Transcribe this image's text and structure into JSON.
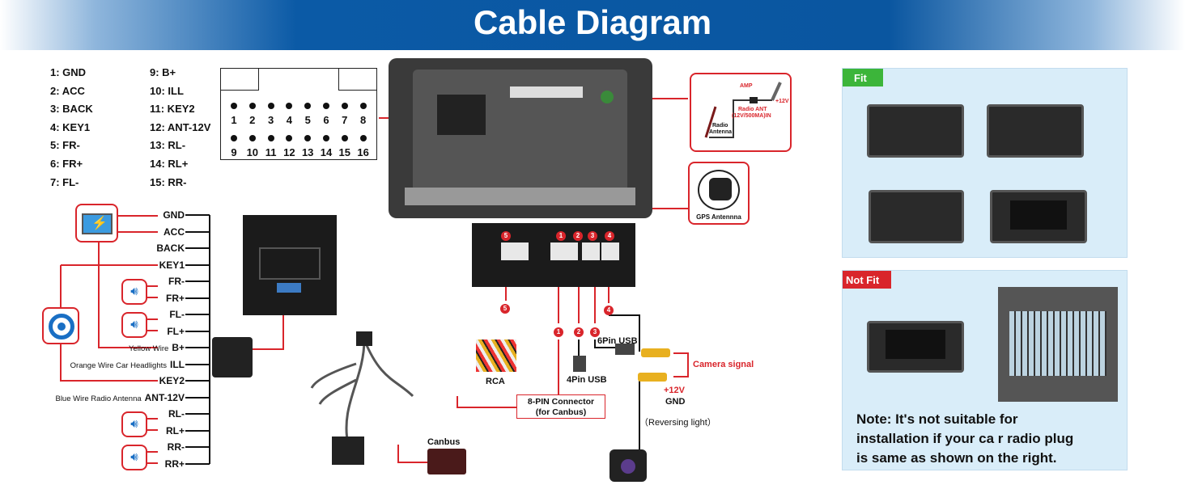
{
  "title": "Cable Diagram",
  "pins": [
    "1:  GND",
    "2:  ACC",
    "3:  BACK",
    "4:  KEY1",
    "5:  FR-",
    "6:  FR+",
    "7:  FL-",
    "9:   B+",
    "10:  ILL",
    "11:  KEY2",
    "12:  ANT-12V",
    "13:  RL-",
    "14:  RL+",
    "15:  RR-"
  ],
  "connector_top": [
    "1",
    "2",
    "3",
    "4",
    "5",
    "6",
    "7",
    "8"
  ],
  "connector_bottom": [
    "9",
    "10",
    "11",
    "12",
    "13",
    "14",
    "15",
    "16"
  ],
  "wires": [
    {
      "label": "GND"
    },
    {
      "label": "ACC"
    },
    {
      "label": "BACK"
    },
    {
      "label": "KEY1"
    },
    {
      "label": "FR-"
    },
    {
      "label": "FR+"
    },
    {
      "label": "FL-"
    },
    {
      "label": "FL+"
    },
    {
      "label": "B+",
      "note": "Yellow Wire"
    },
    {
      "label": "ILL",
      "note": "Orange Wire Car Headlights"
    },
    {
      "label": "KEY2"
    },
    {
      "label": "ANT-12V",
      "note": "Blue Wire Radio Antenna"
    },
    {
      "label": "RL-"
    },
    {
      "label": "RL+"
    },
    {
      "label": "RR-"
    },
    {
      "label": "RR+"
    }
  ],
  "antenna": {
    "amp": "AMP",
    "radio_ant": "Radio ANT",
    "spec": "(12V/500MA)IN",
    "plus12": "+12V",
    "radio": "Radio",
    "antenna": "Antenna"
  },
  "gps": "GPS Antennna",
  "plug_numbers": [
    "5",
    "1",
    "2",
    "3",
    "4"
  ],
  "labels": {
    "rca": "RCA",
    "usb4": "4Pin USB",
    "usb6": "6Pin USB",
    "pin8_1": "8-PIN Connector",
    "pin8_2": "(for Canbus)",
    "canbus": "Canbus",
    "camera_signal": "Camera signal",
    "plus12": "+12V",
    "gnd": "GND",
    "reversing": "（Reversing light）"
  },
  "fit": {
    "label": "Fit",
    "color": "#3cb53a"
  },
  "notfit": {
    "label": "Not Fit",
    "color": "#d9252b",
    "note": [
      "Note: It's not suitable for",
      "installation if your ca r radio plug",
      "is same as shown on the right."
    ]
  },
  "colors": {
    "accent_red": "#d9252b",
    "header_blue": "#0a56a0",
    "panel_blue": "#d9edf9"
  }
}
